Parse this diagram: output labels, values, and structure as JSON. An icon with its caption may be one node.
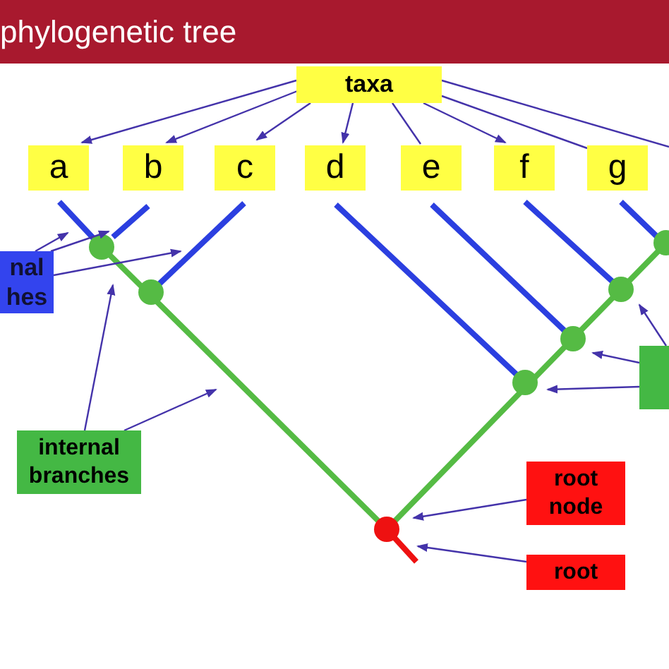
{
  "diagram": {
    "title": "phylogenetic tree",
    "nodes": [
      {
        "text": [
          "taxa"
        ]
      },
      {
        "text": [
          "a"
        ]
      },
      {
        "text": [
          "b"
        ]
      },
      {
        "text": [
          "c"
        ]
      },
      {
        "text": [
          "d"
        ]
      },
      {
        "text": [
          "e"
        ]
      },
      {
        "text": [
          "f"
        ]
      },
      {
        "text": [
          "g"
        ]
      },
      {
        "text": [
          "nal hes"
        ]
      },
      {
        "text": [
          "internal branches"
        ]
      },
      {
        "text": [],
        "shape": "box"
      },
      {
        "text": [
          "root node"
        ]
      },
      {
        "text": [
          "root"
        ]
      }
    ],
    "edges": [
      {
        "from": 0,
        "to": 1,
        "arrow": "to"
      },
      {
        "from": 0,
        "to": 2,
        "arrow": "to"
      },
      {
        "from": 0,
        "to": 3,
        "arrow": "to"
      },
      {
        "from": 0,
        "to": 4,
        "arrow": "to"
      },
      {
        "from": 0,
        "to": 5,
        "arrow": "none"
      },
      {
        "from": 0,
        "to": 6,
        "arrow": "to"
      },
      {
        "from": 0,
        "to": 7,
        "arrow": "none"
      },
      {
        "from": 0,
        "to": null,
        "arrow": "none"
      },
      {
        "from": 8,
        "to": null,
        "arrow": "to"
      },
      {
        "from": 8,
        "to": null,
        "arrow": "to"
      },
      {
        "from": 8,
        "to": null,
        "arrow": "to"
      },
      {
        "from": 9,
        "to": null,
        "arrow": "to"
      },
      {
        "from": 9,
        "to": null,
        "arrow": "to"
      },
      {
        "from": 10,
        "to": null,
        "arrow": "to"
      },
      {
        "from": 10,
        "to": null,
        "arrow": "to"
      },
      {
        "from": 10,
        "to": null,
        "arrow": "to"
      },
      {
        "from": 11,
        "to": null,
        "arrow": "to"
      },
      {
        "from": 12,
        "to": null,
        "arrow": "to"
      }
    ]
  }
}
